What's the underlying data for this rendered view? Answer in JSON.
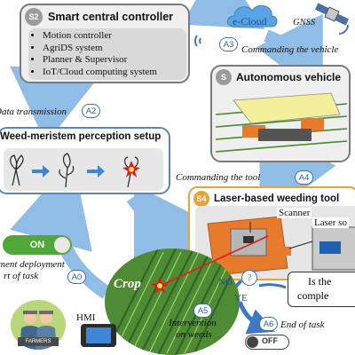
{
  "s2": {
    "badge": "S2",
    "title": "Smart central controller",
    "items": [
      "Motion controller",
      "AgriDS system",
      "Planner & Supervisor",
      "IoT/Cloud computing system"
    ]
  },
  "cloud": {
    "label": "e-Cloud"
  },
  "gnss": {
    "label": "GNSS"
  },
  "a3": {
    "badge": "A3",
    "label": "Commanding the vehicle"
  },
  "s5": {
    "badge": "S",
    "title": "Autonomous vehicle"
  },
  "a2": {
    "badge": "A2",
    "label": "Data transmission"
  },
  "s3": {
    "title": "Weed-meristem perception setup"
  },
  "a4": {
    "badge": "A4",
    "label": "Commanding the tool"
  },
  "s4": {
    "badge": "S4",
    "title": "Laser-based weeding tool",
    "scanner": "Scanner",
    "laser": "Laser so"
  },
  "toggle_on": {
    "label": "ON"
  },
  "a0": {
    "badge": "A0",
    "line1": "ment deployment",
    "line2": "rt of task"
  },
  "crop": {
    "label": "Crop"
  },
  "decision": {
    "no": "NO",
    "yes": "YE",
    "question_mark": "?",
    "line1": "Is the",
    "line2": "comple"
  },
  "a5": {
    "badge": "A5",
    "line1": "Intervention",
    "line2": "on weeds"
  },
  "a6": {
    "badge": "A6",
    "label": "End of task"
  },
  "toggle_off": {
    "label": "OFF"
  },
  "farmers": {
    "label": "FARMERS"
  },
  "hmi": {
    "label": "HMI"
  },
  "colors": {
    "loop_arrow": "#8fbde6",
    "s3_border": "#5c86b8",
    "s4_border": "#e7a33a",
    "on_green": "#51a83a",
    "laser": "#e21b1b"
  }
}
